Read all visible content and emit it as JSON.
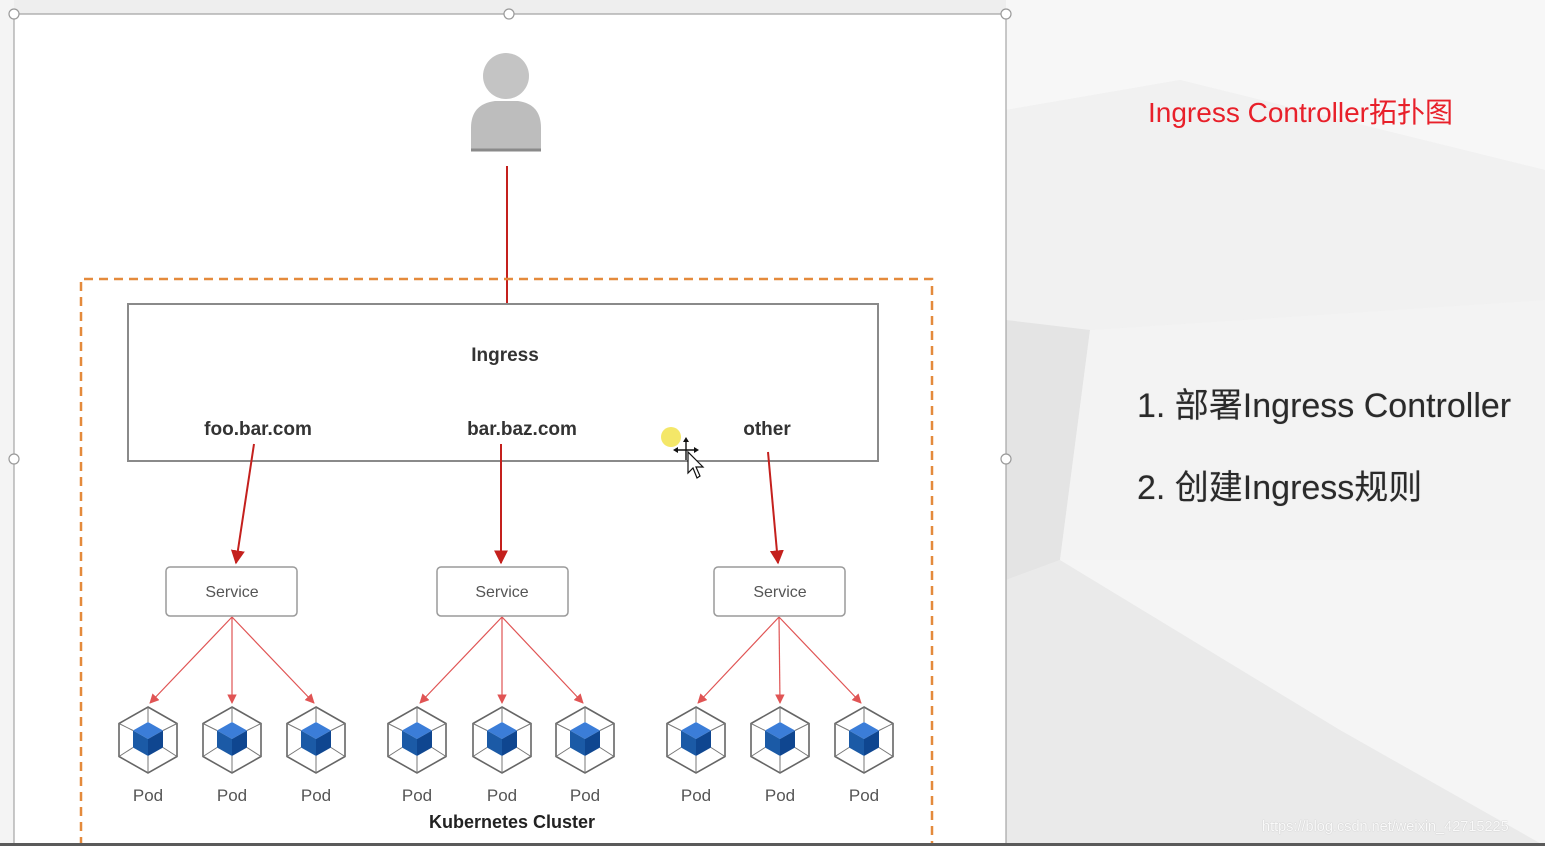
{
  "slide": {
    "title": "Ingress Controller拓扑图",
    "steps": [
      "1. 部署Ingress Controller",
      "2. 创建Ingress规则"
    ]
  },
  "diagram": {
    "ingress_label": "Ingress",
    "hosts": [
      "foo.bar.com",
      "bar.baz.com",
      "other"
    ],
    "services": [
      {
        "label": "Service",
        "pods": [
          "Pod",
          "Pod",
          "Pod"
        ]
      },
      {
        "label": "Service",
        "pods": [
          "Pod",
          "Pod",
          "Pod"
        ]
      },
      {
        "label": "Service",
        "pods": [
          "Pod",
          "Pod",
          "Pod"
        ]
      }
    ],
    "cluster_label": "Kubernetes Cluster"
  },
  "watermark": "https://blog.csdn.net/weixin_42715225",
  "icons": {
    "user": "user-icon",
    "pod": "pod-cube-icon",
    "cursor": "move-cursor-icon"
  },
  "colors": {
    "title_red": "#e8202a",
    "arrow_red": "#c4201d",
    "thin_red": "#e05454",
    "cluster_orange": "#e48a3c",
    "pod_blue": "#1b5aa6"
  }
}
